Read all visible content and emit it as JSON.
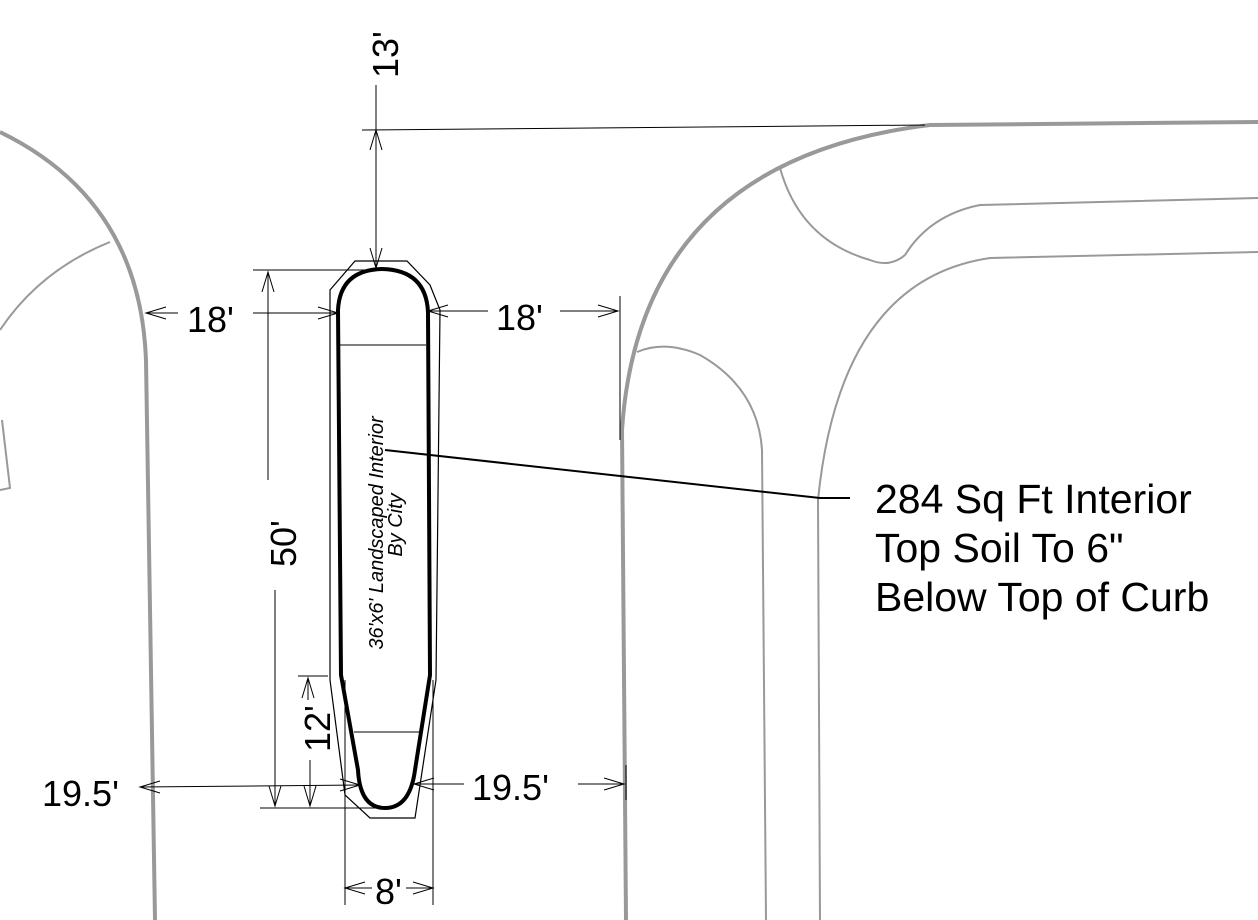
{
  "dimensions": {
    "top_clearance": "13'",
    "left_upper_offset": "18'",
    "right_upper_offset": "18'",
    "island_length": "50'",
    "taper_length": "12'",
    "left_lower_offset": "19.5'",
    "right_lower_offset": "19.5'",
    "island_width": "8'"
  },
  "island_label": {
    "line1": "36'x6' Landscaped Interior",
    "line2": "By City"
  },
  "note": {
    "line1": "284 Sq Ft Interior",
    "line2": "Top Soil To 6\"",
    "line3": "Below Top of Curb"
  },
  "colors": {
    "road_lines": "#999999",
    "linework": "#000000"
  }
}
